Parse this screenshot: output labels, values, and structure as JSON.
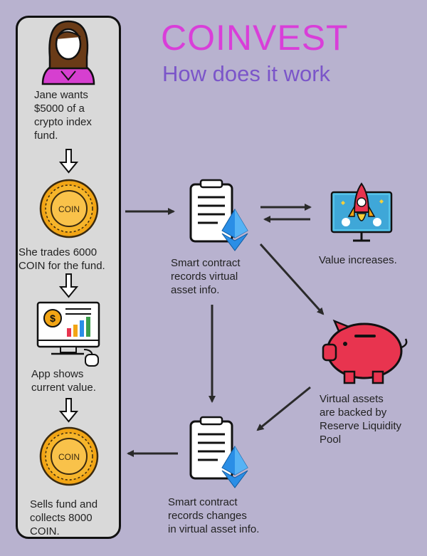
{
  "header": {
    "title": "COINVEST",
    "subtitle": "How does it work"
  },
  "steps": {
    "jane": "Jane wants\n$5000 of a\ncrypto index\nfund.",
    "trade": "She trades 6000\nCOIN for the fund.",
    "app": "App shows\ncurrent value.",
    "sell": "Sells fund and\ncollects 8000\nCOIN."
  },
  "nodes": {
    "contract_top": "Smart contract\nrecords virtual\nasset info.",
    "value": "Value increases.",
    "pool": "Virtual assets\nare backed by\nReserve Liquidity\nPool",
    "contract_bottom": "Smart contract\nrecords changes\nin virtual asset info."
  },
  "coin_label": "COIN",
  "dollar_sign": "$",
  "colors": {
    "title": "#d93ed9",
    "subtitle": "#7b55c9",
    "background": "#b8b2cf",
    "panel": "#d9d9d9",
    "piggy": "#e8344f",
    "coin": "#f2a515",
    "eth": "#2a8ee6"
  },
  "icons": [
    "woman-avatar-icon",
    "coin-icon",
    "dashboard-chart-icon",
    "contract-document-icon",
    "ethereum-icon",
    "rocket-monitor-icon",
    "piggy-bank-icon"
  ]
}
